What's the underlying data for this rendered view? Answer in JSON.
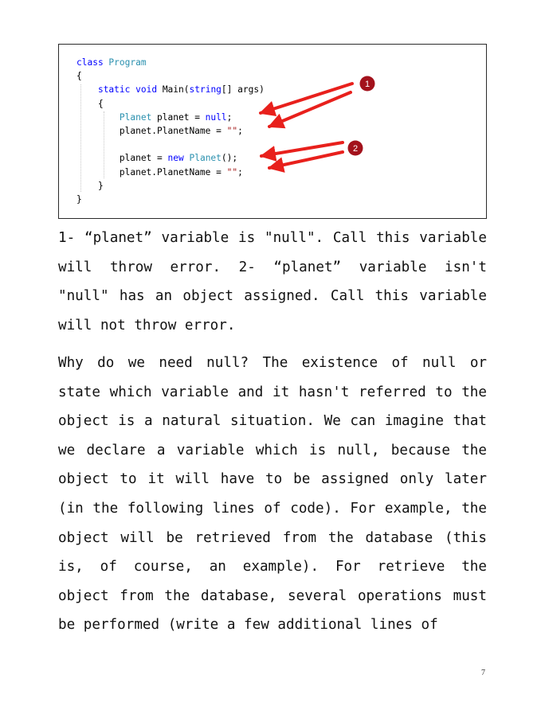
{
  "figure": {
    "code_lines": [
      [
        {
          "t": "class ",
          "c": "kw"
        },
        {
          "t": "Program",
          "c": "ty"
        }
      ],
      [
        {
          "t": "{",
          "c": ""
        }
      ],
      [
        {
          "t": "    ",
          "c": ""
        },
        {
          "t": "static",
          "c": "kw"
        },
        {
          "t": " ",
          "c": ""
        },
        {
          "t": "void",
          "c": "kw"
        },
        {
          "t": " Main(",
          "c": ""
        },
        {
          "t": "string",
          "c": "kw"
        },
        {
          "t": "[] args)",
          "c": ""
        }
      ],
      [
        {
          "t": "    {",
          "c": ""
        }
      ],
      [
        {
          "t": "        ",
          "c": ""
        },
        {
          "t": "Planet",
          "c": "ty"
        },
        {
          "t": " planet = ",
          "c": ""
        },
        {
          "t": "null",
          "c": "kw"
        },
        {
          "t": ";",
          "c": ""
        }
      ],
      [
        {
          "t": "        planet.PlanetName = ",
          "c": ""
        },
        {
          "t": "\"\"",
          "c": "st"
        },
        {
          "t": ";",
          "c": ""
        }
      ],
      [
        {
          "t": "",
          "c": ""
        }
      ],
      [
        {
          "t": "        planet = ",
          "c": ""
        },
        {
          "t": "new",
          "c": "kw"
        },
        {
          "t": " ",
          "c": ""
        },
        {
          "t": "Planet",
          "c": "ty"
        },
        {
          "t": "();",
          "c": ""
        }
      ],
      [
        {
          "t": "        planet.PlanetName = ",
          "c": ""
        },
        {
          "t": "\"\"",
          "c": "st"
        },
        {
          "t": ";",
          "c": ""
        }
      ],
      [
        {
          "t": "    }",
          "c": ""
        }
      ],
      [
        {
          "t": "}",
          "c": ""
        }
      ]
    ],
    "callouts": [
      "1",
      "2"
    ],
    "colors": {
      "arrow": "#e8201c",
      "badge": "#a3121c",
      "keyword": "#0000ff",
      "type": "#2b91af",
      "string": "#a31515"
    }
  },
  "body": {
    "paragraph_1": "1- “planet” variable is \"null\". Call this variable will throw error. 2- “planet” variable isn't \"null\" has an object assigned. Call this variable will not throw error.",
    "paragraph_2": "Why do we need null? The existence of null or state which variable and it hasn't referred to the object is a natural situation. We can imagine that we declare a variable which is null, because the object to it will have to be assigned only later (in the following lines of code). For example, the object will be retrieved from the database (this is, of course, an example). For retrieve the object from the database, several operations must be performed (write a few additional lines of"
  },
  "page_number": "7"
}
